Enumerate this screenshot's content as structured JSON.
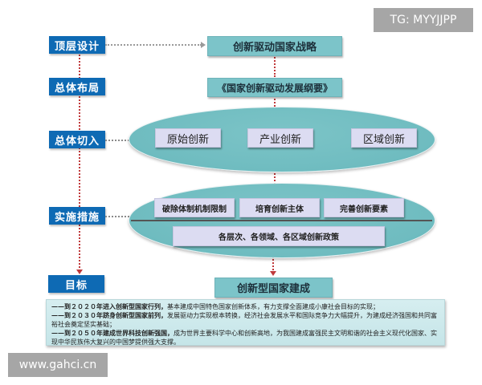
{
  "watermarks": {
    "top_right": "TG: MYYJJPP",
    "bottom_left": "www.gahci.cn"
  },
  "left_labels": [
    {
      "id": "top-design",
      "text": "顶层设计"
    },
    {
      "id": "overall-layout",
      "text": "总体布局"
    },
    {
      "id": "overall-entry",
      "text": "总体切入"
    },
    {
      "id": "measures",
      "text": "实施措施"
    },
    {
      "id": "goal",
      "text": "目标"
    }
  ],
  "right_column": {
    "strategy": "创新驱动国家战略",
    "outline": "《国家创新驱动发展纲要》",
    "entry_items": [
      "原始创新",
      "产业创新",
      "区域创新"
    ],
    "measure_items": [
      "破除体制机制限制",
      "培育创新主体",
      "完善创新要素"
    ],
    "policy": "各层次、各领域、各区域创新政策",
    "goal": "创新型国家建成"
  },
  "goals_text": [
    {
      "lead": "——到２０２０年进入创新型国家行列，",
      "rest": "基本建成中国特色国家创新体系，有力支撑全面建成小康社会目标的实现；"
    },
    {
      "lead": "——到２０３０年跻身创新型国家前列，",
      "rest": "发展驱动力实现根本转换，经济社会发展水平和国际竞争力大幅提升，为建成经济强国和共同富裕社会奠定坚实基础；"
    },
    {
      "lead": "——到２０５０年建成世界科技创新强国，",
      "rest": "成为世界主要科学中心和创新高地，为我国建成富强民主文明和谐的社会主义现代化国家、实现中华民族伟大复兴的中国梦提供强大支撑。"
    }
  ],
  "colors": {
    "label_blue": "#0e6ab4",
    "teal_box": "#7cc4c9",
    "ellipse": "#6fbcc0",
    "inner_box": "#dcdcf2",
    "connector_red": "#c0393b"
  }
}
